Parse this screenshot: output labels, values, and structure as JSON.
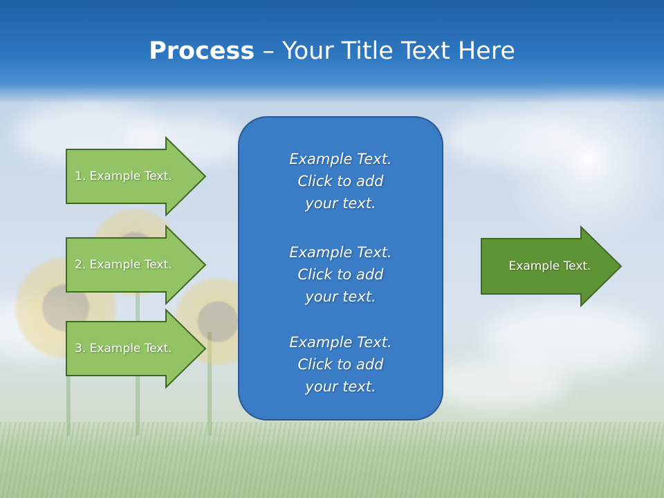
{
  "slide": {
    "title_bold": "Process",
    "title_rest": " – Your Title Text Here",
    "arrows_left": [
      {
        "label": "1. Example Text."
      },
      {
        "label": "2. Example Text."
      },
      {
        "label": "3. Example Text."
      }
    ],
    "arrow_right": {
      "label": "Example Text."
    },
    "center_box": {
      "blocks": [
        {
          "lines": [
            "Example Text.",
            "Click  to add",
            "your text."
          ]
        },
        {
          "lines": [
            "Example Text.",
            "Click  to add",
            "your text."
          ]
        },
        {
          "lines": [
            "Example Text.",
            "Click  to add",
            "your text."
          ]
        }
      ]
    }
  },
  "colors": {
    "header_blue": "#2e78c2",
    "arrow_light_green": "#92c465",
    "arrow_dark_green": "#5f9436",
    "arrow_border": "#3e6a1f",
    "center_box_blue": "#3a7cc6",
    "center_box_border": "#2a5a8f"
  }
}
